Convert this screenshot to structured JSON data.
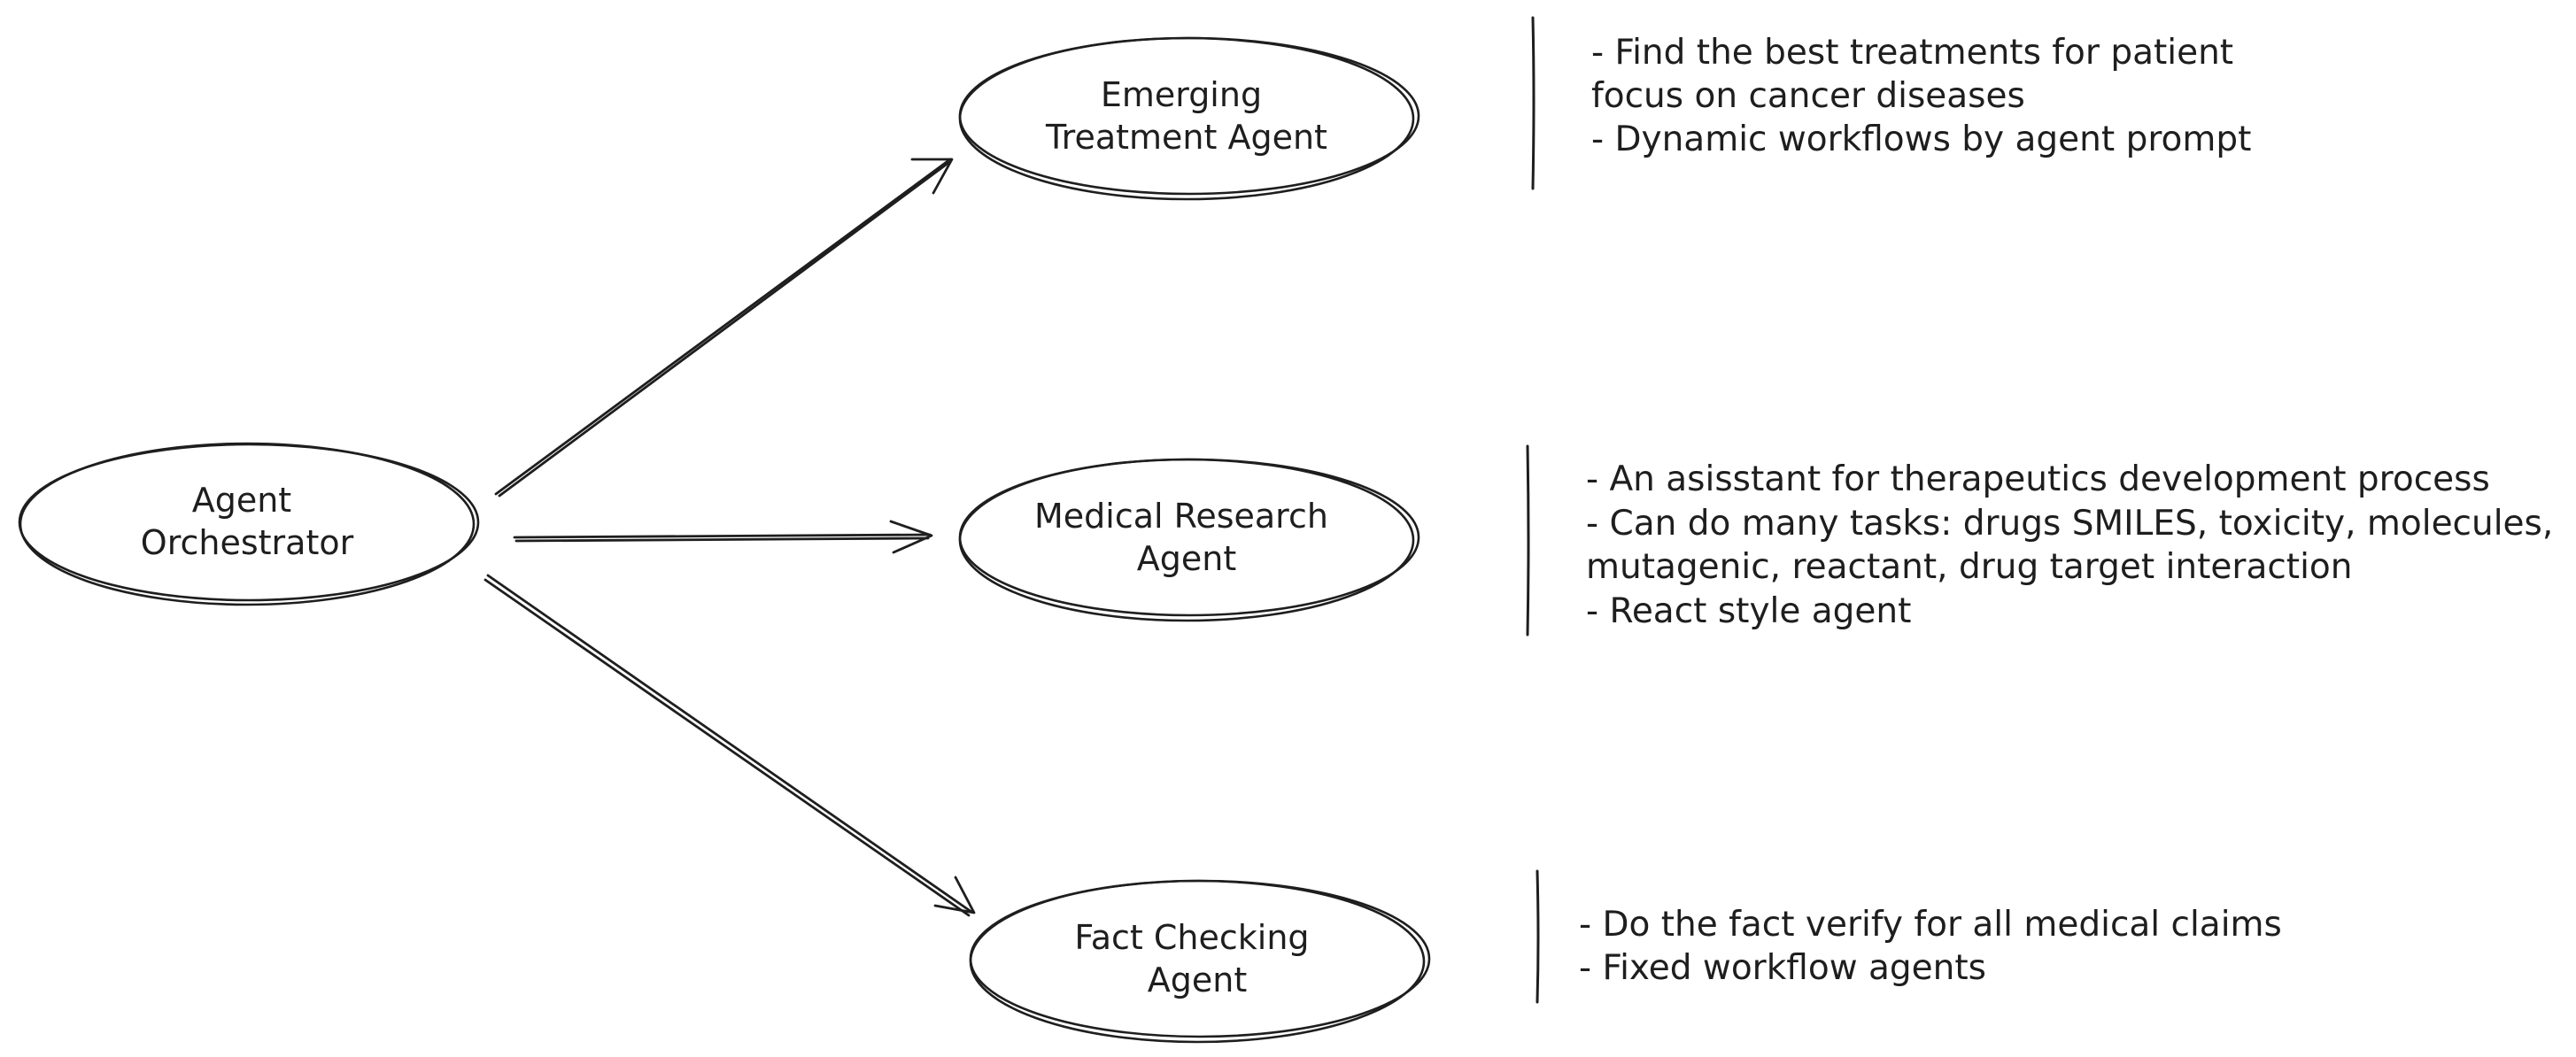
{
  "nodes": {
    "orchestrator": {
      "lines": [
        "Agent",
        "Orchestrator"
      ],
      "fill": "#a5d8ff"
    },
    "emerging": {
      "lines": [
        "Emerging",
        "Treatment Agent"
      ],
      "fill": "#ffec99"
    },
    "medical": {
      "lines": [
        "Medical Research",
        "Agent"
      ],
      "fill": "#ffc9c9"
    },
    "fact": {
      "lines": [
        "Fact Checking",
        "Agent"
      ],
      "fill": "#b2f2bb"
    }
  },
  "notes": {
    "emerging": [
      "- Find the best treatments for patient",
      "focus on cancer diseases",
      "- Dynamic workflows by agent prompt"
    ],
    "medical": [
      "- An asisstant for therapeutics development process",
      "- Can do many tasks: drugs SMILES, toxicity, molecules,",
      "mutagenic, reactant, drug target interaction",
      "- React style agent"
    ],
    "fact": [
      "- Do the fact verify for all medical claims",
      "- Fixed workflow agents"
    ]
  },
  "edges": [
    {
      "from": "orchestrator",
      "to": "emerging"
    },
    {
      "from": "orchestrator",
      "to": "medical"
    },
    {
      "from": "orchestrator",
      "to": "fact"
    }
  ],
  "colors": {
    "stroke": "#1e1e1e",
    "background": "#ffffff"
  }
}
